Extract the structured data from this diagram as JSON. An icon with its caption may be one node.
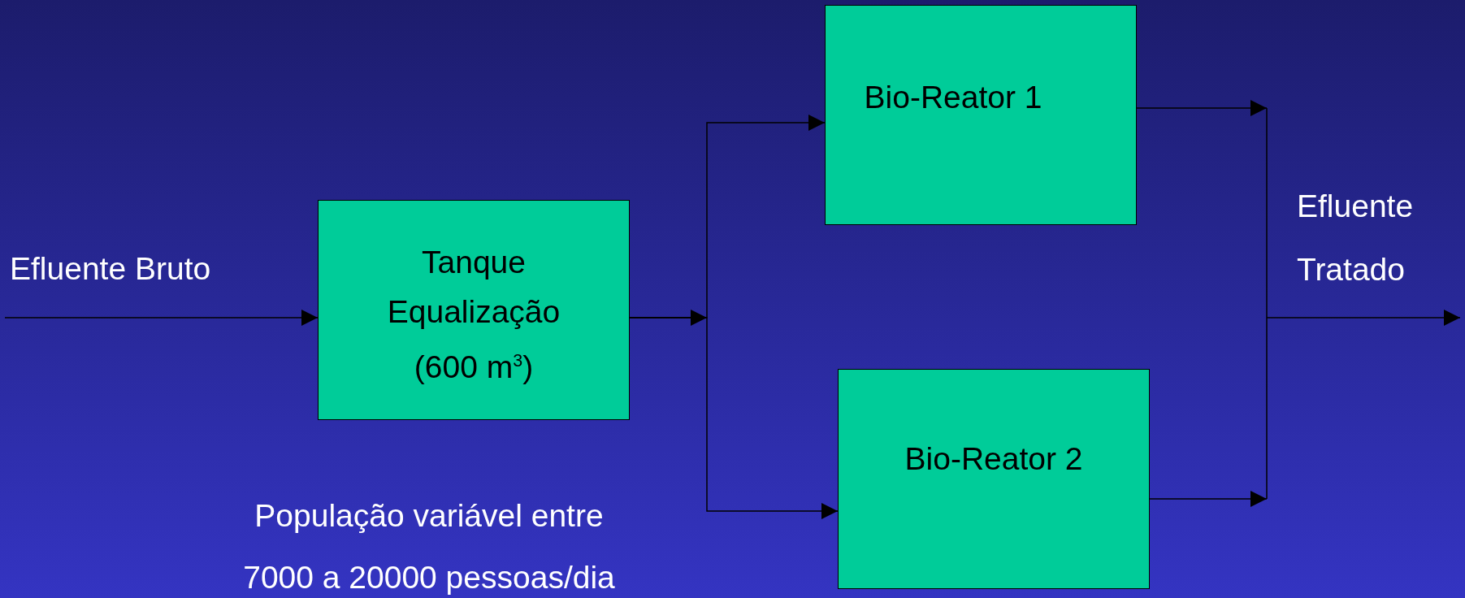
{
  "diagram": {
    "nodes": [
      {
        "text": [
          "Tanque Equalização (600 m$^{3}$)"
        ]
      },
      {
        "text": [
          "Bio-Reator 1"
        ]
      },
      {
        "text": [
          "Bio-Reator 2"
        ]
      }
    ],
    "edges": [
      {
        "from": null,
        "to": 0,
        "arrow": "to"
      },
      {
        "from": 0,
        "to": 1,
        "arrow": "to"
      },
      {
        "from": 0,
        "to": 2,
        "arrow": "to"
      },
      {
        "from": 1,
        "to": null,
        "arrow": "to"
      },
      {
        "from": 2,
        "to": null,
        "arrow": "to"
      }
    ],
    "labels": [
      "Efluente Bruto",
      "Efluente Tratado",
      "População variável entre 7000 a 20000 pessoas/dia"
    ]
  }
}
